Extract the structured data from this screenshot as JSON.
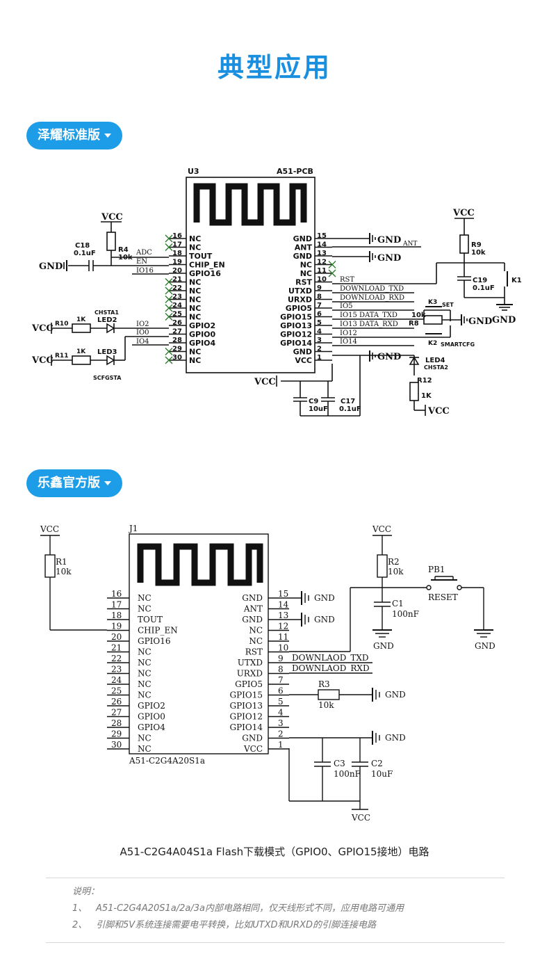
{
  "title": "典型应用",
  "sections": [
    {
      "label": "泽耀标准版"
    },
    {
      "label": "乐鑫官方版"
    }
  ],
  "s1": {
    "u_ref": "U3",
    "u_value": "A51-PCB",
    "left_pins": [
      {
        "num": "16",
        "name": "NC"
      },
      {
        "num": "17",
        "name": "NC"
      },
      {
        "num": "18",
        "name": "TOUT"
      },
      {
        "num": "19",
        "name": "CHIP_EN"
      },
      {
        "num": "20",
        "name": "GPIO16"
      },
      {
        "num": "21",
        "name": "NC"
      },
      {
        "num": "22",
        "name": "NC"
      },
      {
        "num": "23",
        "name": "NC"
      },
      {
        "num": "24",
        "name": "NC"
      },
      {
        "num": "25",
        "name": "NC"
      },
      {
        "num": "26",
        "name": "GPIO2"
      },
      {
        "num": "27",
        "name": "GPIO0"
      },
      {
        "num": "28",
        "name": "GPIO4"
      },
      {
        "num": "29",
        "name": "NC"
      },
      {
        "num": "30",
        "name": "NC"
      }
    ],
    "right_pins": [
      {
        "num": "15",
        "name": "GND"
      },
      {
        "num": "14",
        "name": "ANT"
      },
      {
        "num": "13",
        "name": "GND"
      },
      {
        "num": "12",
        "name": "NC"
      },
      {
        "num": "11",
        "name": "NC"
      },
      {
        "num": "10",
        "name": "RST"
      },
      {
        "num": "9",
        "name": "UTXD"
      },
      {
        "num": "8",
        "name": "URXD"
      },
      {
        "num": "7",
        "name": "GPIO5"
      },
      {
        "num": "6",
        "name": "GPIO15"
      },
      {
        "num": "5",
        "name": "GPIO13"
      },
      {
        "num": "4",
        "name": "GPIO12"
      },
      {
        "num": "3",
        "name": "GPIO14"
      },
      {
        "num": "2",
        "name": "GND"
      },
      {
        "num": "1",
        "name": "VCC"
      }
    ],
    "left_nets": {
      "tout": "ADC",
      "en": "EN",
      "gpio16": "IO16",
      "gpio2": "IO2",
      "gpio0": "IO0",
      "gpio4": "IO4"
    },
    "right_nets": {
      "rst": "RST",
      "utxd": "DOWNLOAD_TXD",
      "urxd": "DOWNLOAD_RXD",
      "gpio5": "IO5",
      "gpio15": "IO15 DATA_TXD",
      "gpio13": "IO13 DATA_RXD",
      "gpio12": "IO12",
      "gpio14": "IO14"
    },
    "vcc": "VCC",
    "gnd": "GND",
    "ant": "ANT",
    "c18": {
      "ref": "C18",
      "value": "0.1uF"
    },
    "r4": {
      "ref": "R4",
      "value": "10k"
    },
    "r10": {
      "ref": "R10",
      "value": "1K"
    },
    "r11": {
      "ref": "R11",
      "value": "1K"
    },
    "led2": {
      "ref": "LED2",
      "label": "CHSTA1"
    },
    "led3": {
      "ref": "LED3",
      "label": "SCFGSTA"
    },
    "r9": {
      "ref": "R9",
      "value": "10k"
    },
    "c19": {
      "ref": "C19",
      "value": "0.1uF"
    },
    "k1": "K1",
    "k3": {
      "ref": "K3",
      "label": "SET"
    },
    "r8": {
      "ref": "R8",
      "value": "10k"
    },
    "k2": {
      "ref": "K2",
      "label": "SMARTCFG"
    },
    "led4": {
      "ref": "LED4",
      "label": "CHSTA2"
    },
    "r12": {
      "ref": "R12",
      "value": "1K"
    },
    "c9": {
      "ref": "C9",
      "value": "10uF"
    },
    "c17": {
      "ref": "C17",
      "value": "0.1uF"
    }
  },
  "s2": {
    "j_ref": "J1",
    "j_value": "A51-C2G4A20S1a",
    "left_pins": [
      {
        "num": "16",
        "name": "NC"
      },
      {
        "num": "17",
        "name": "NC"
      },
      {
        "num": "18",
        "name": "TOUT"
      },
      {
        "num": "19",
        "name": "CHIP_EN"
      },
      {
        "num": "20",
        "name": "GPIO16"
      },
      {
        "num": "21",
        "name": "NC"
      },
      {
        "num": "22",
        "name": "NC"
      },
      {
        "num": "23",
        "name": "NC"
      },
      {
        "num": "24",
        "name": "NC"
      },
      {
        "num": "25",
        "name": "NC"
      },
      {
        "num": "26",
        "name": "GPIO2"
      },
      {
        "num": "27",
        "name": "GPIO0"
      },
      {
        "num": "28",
        "name": "GPIO4"
      },
      {
        "num": "29",
        "name": "NC"
      },
      {
        "num": "30",
        "name": "NC"
      }
    ],
    "right_pins": [
      {
        "num": "15",
        "name": "GND"
      },
      {
        "num": "14",
        "name": "ANT"
      },
      {
        "num": "13",
        "name": "GND"
      },
      {
        "num": "12",
        "name": "NC"
      },
      {
        "num": "11",
        "name": "NC"
      },
      {
        "num": "10",
        "name": "RST"
      },
      {
        "num": "9",
        "name": "UTXD"
      },
      {
        "num": "8",
        "name": "URXD"
      },
      {
        "num": "7",
        "name": "GPIO5"
      },
      {
        "num": "6",
        "name": "GPIO15"
      },
      {
        "num": "5",
        "name": "GPIO13"
      },
      {
        "num": "4",
        "name": "GPIO12"
      },
      {
        "num": "3",
        "name": "GPIO14"
      },
      {
        "num": "2",
        "name": "GND"
      },
      {
        "num": "1",
        "name": "VCC"
      }
    ],
    "nets": {
      "utxd": "DOWNLAOD_TXD",
      "urxd": "DOWNLAOD_RXD"
    },
    "vcc": "VCC",
    "gnd": "GND",
    "r1": {
      "ref": "R1",
      "value": "10k"
    },
    "r2": {
      "ref": "R2",
      "value": "10k"
    },
    "c1": {
      "ref": "C1",
      "value": "100nF"
    },
    "pb1": {
      "ref": "PB1",
      "label": "RESET"
    },
    "r3": {
      "ref": "R3",
      "value": "10k"
    },
    "c3": {
      "ref": "C3",
      "value": "100nF"
    },
    "c2": {
      "ref": "C2",
      "value": "10uF"
    }
  },
  "caption": "A51-C2G4A04S1a Flash下载模式（GPIO0、GPIO15接地）电路",
  "notes": {
    "heading": "说明：",
    "items": [
      {
        "index": "1、",
        "text": "A51-C2G4A20S1a/2a/3a内部电路相同，仅天线形式不同，应用电路可通用"
      },
      {
        "index": "2、",
        "text": "引脚和5V系统连接需要电平转换，比如UTXD和URXD的引脚连接电路"
      }
    ]
  }
}
